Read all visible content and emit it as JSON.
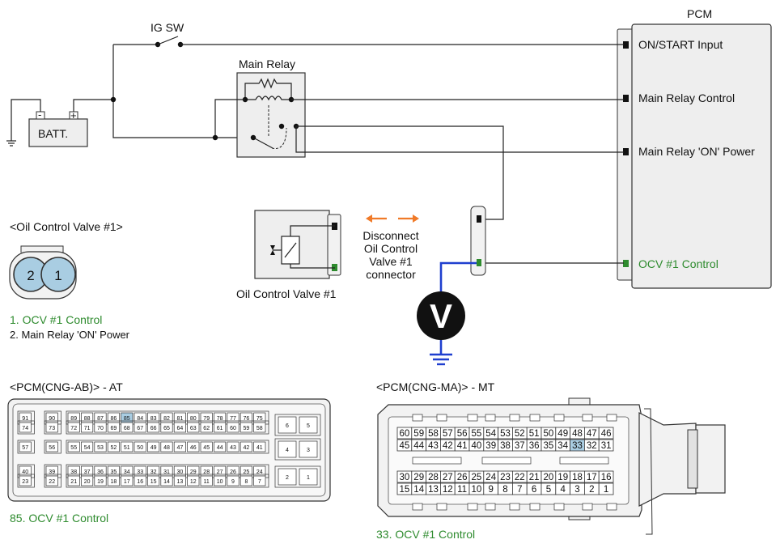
{
  "colors": {
    "wire": "#222222",
    "probe_wire": "#1f3fcf",
    "arrow": "#f07a28",
    "green_label": "#2e8b2e",
    "pin_highlight": "#a9cde2",
    "box_fill": "#eeeeee",
    "connector_fill": "#f2f2f2"
  },
  "labels": {
    "ig_sw": "IG SW",
    "main_relay": "Main Relay",
    "batt": "BATT.",
    "batt_minus": "-",
    "batt_plus": "+",
    "pcm": "PCM",
    "pcm_on_start": "ON/START Input",
    "pcm_main_relay_control": "Main Relay Control",
    "pcm_main_relay_on_power": "Main Relay 'ON' Power",
    "pcm_ocv_control": "OCV #1 Control",
    "disconnect_1": "Disconnect",
    "disconnect_2": "Oil Control",
    "disconnect_3": "Valve #1",
    "disconnect_4": "connector",
    "ocv_component": "Oil Control Valve #1",
    "voltmeter": "V"
  },
  "ocv_connector": {
    "title": "<Oil Control Valve #1>",
    "pins": [
      "2",
      "1"
    ],
    "legend": [
      {
        "text": "1. OCV #1 Control",
        "color": "green"
      },
      {
        "text": "2. Main Relay 'ON' Power",
        "color": "black"
      }
    ]
  },
  "pcm_ab": {
    "title": "<PCM(CNG-AB)> - AT",
    "rows": [
      [
        "91",
        "90",
        "89",
        "88",
        "87",
        "86",
        "85",
        "84",
        "83",
        "82",
        "81",
        "80",
        "79",
        "78",
        "77",
        "76",
        "75"
      ],
      [
        "74",
        "73",
        "72",
        "71",
        "70",
        "69",
        "68",
        "67",
        "66",
        "65",
        "64",
        "63",
        "62",
        "61",
        "60",
        "59",
        "58"
      ],
      [
        "57",
        "56",
        "55",
        "54",
        "53",
        "52",
        "51",
        "50",
        "49",
        "48",
        "47",
        "46",
        "45",
        "44",
        "43",
        "42",
        "41"
      ],
      [
        "40",
        "39",
        "38",
        "37",
        "36",
        "35",
        "34",
        "33",
        "32",
        "31",
        "30",
        "29",
        "28",
        "27",
        "26",
        "25",
        "24"
      ],
      [
        "23",
        "22",
        "21",
        "20",
        "19",
        "18",
        "17",
        "16",
        "15",
        "14",
        "13",
        "12",
        "11",
        "10",
        "9",
        "8",
        "7"
      ]
    ],
    "side_pins": [
      [
        "6",
        "5"
      ],
      [
        "4",
        "3"
      ],
      [
        "2",
        "1"
      ]
    ],
    "highlight": "85",
    "note": "85. OCV #1 Control"
  },
  "pcm_ma": {
    "title": "<PCM(CNG-MA)> - MT",
    "rows": [
      [
        "60",
        "59",
        "58",
        "57",
        "56",
        "55",
        "54",
        "53",
        "52",
        "51",
        "50",
        "49",
        "48",
        "47",
        "46"
      ],
      [
        "45",
        "44",
        "43",
        "42",
        "41",
        "40",
        "39",
        "38",
        "37",
        "36",
        "35",
        "34",
        "33",
        "32",
        "31"
      ],
      [
        "30",
        "29",
        "28",
        "27",
        "26",
        "25",
        "24",
        "23",
        "22",
        "21",
        "20",
        "19",
        "18",
        "17",
        "16"
      ],
      [
        "15",
        "14",
        "13",
        "12",
        "11",
        "10",
        "9",
        "8",
        "7",
        "6",
        "5",
        "4",
        "3",
        "2",
        "1"
      ]
    ],
    "highlight": "33",
    "note": "33. OCV #1 Control"
  }
}
